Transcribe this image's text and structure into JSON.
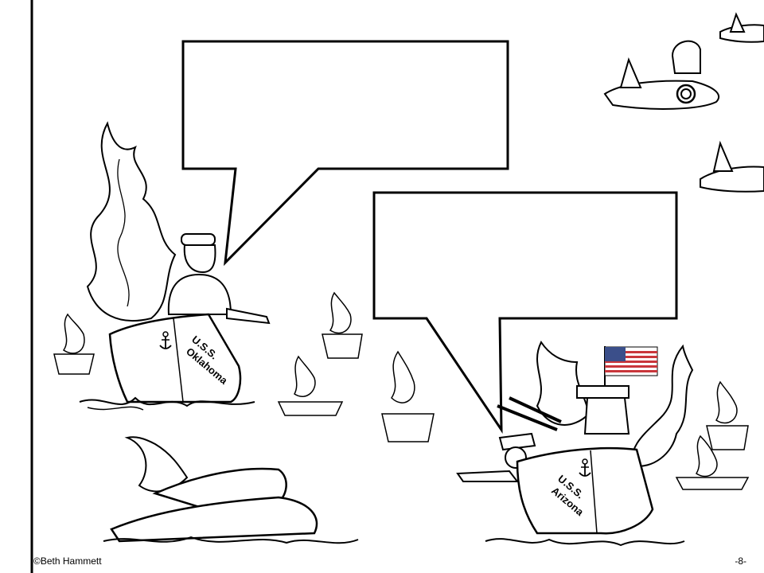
{
  "credit": "©Beth Hammett",
  "page_number": "-8-",
  "ships": {
    "oklahoma": {
      "line1": "U.S.S.",
      "line2": "Oklahoma"
    },
    "arizona": {
      "line1": "U.S.S.",
      "line2": "Arizona"
    }
  },
  "speech_bubbles": [
    {
      "text": ""
    },
    {
      "text": ""
    }
  ],
  "colors": {
    "ink": "#000000",
    "paper": "#ffffff",
    "flag_red": "#c9363b",
    "flag_blue": "#3b4f8a"
  },
  "icons": [
    "anchor-icon",
    "flag-icon",
    "flame-icon",
    "plane-icon"
  ]
}
